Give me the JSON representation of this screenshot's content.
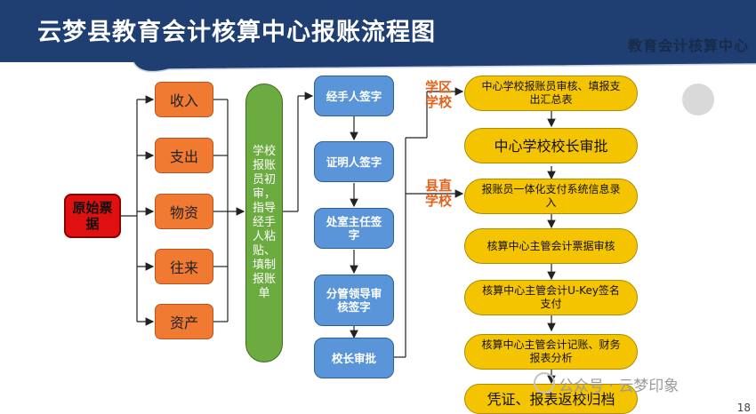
{
  "header": {
    "title": "云梦县教育会计核算中心报账流程图",
    "subtitle": "教育会计核算中心"
  },
  "origin": {
    "label": "原始票据"
  },
  "types": [
    "收入",
    "支出",
    "物资",
    "往来",
    "资产"
  ],
  "review": {
    "label": "学校报账员初审，指导经手人粘贴、填制报账单"
  },
  "sign_steps": [
    "经手人签字",
    "证明人签字",
    "处室主任签字",
    "分管领导审核签字",
    "校长审批"
  ],
  "branch_labels": {
    "district": "学区学校",
    "county": "县直学校"
  },
  "process_steps": [
    "中心学校报账员审核、填报支出汇总表",
    "中心学校校长审批",
    "报账员一体化支付系统信息录入",
    "核算中心主管会计票据审核",
    "核算中心主管会计U-Key签名支付",
    "核算中心主管会计记账、财务报表分析",
    "凭证、报表返校归档"
  ],
  "watermark": "公众号 · 云梦印象",
  "page_number": "18",
  "colors": {
    "header_bg": "#1f3f73",
    "origin": "#e01010",
    "types": "#f07a32",
    "review": "#6bab3f",
    "sign": "#5b95d9",
    "process": "#f5c400",
    "branch_label": "#e4621a"
  }
}
